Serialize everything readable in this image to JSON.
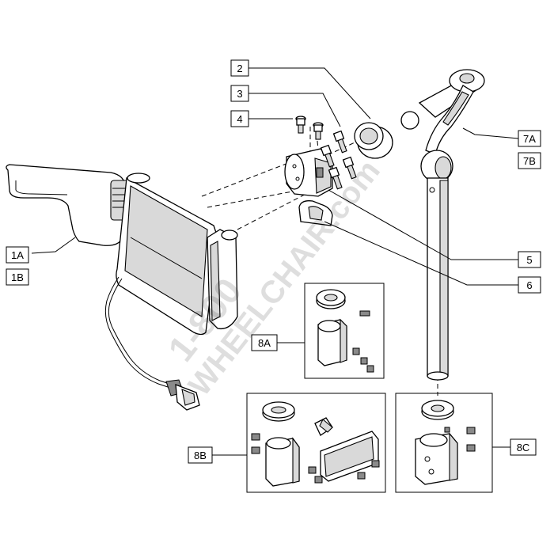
{
  "callouts": [
    {
      "id": "2",
      "label": "2"
    },
    {
      "id": "3",
      "label": "3"
    },
    {
      "id": "4",
      "label": "4"
    },
    {
      "id": "7A",
      "label": "7A"
    },
    {
      "id": "7B",
      "label": "7B"
    },
    {
      "id": "1A",
      "label": "1A"
    },
    {
      "id": "1B",
      "label": "1B"
    },
    {
      "id": "5",
      "label": "5"
    },
    {
      "id": "6",
      "label": "6"
    },
    {
      "id": "8A",
      "label": "8A"
    },
    {
      "id": "8B",
      "label": "8B"
    },
    {
      "id": "8C",
      "label": "8C"
    }
  ],
  "watermark": {
    "line1": "1-800",
    "line2": "WHEELCHAIR.com"
  }
}
